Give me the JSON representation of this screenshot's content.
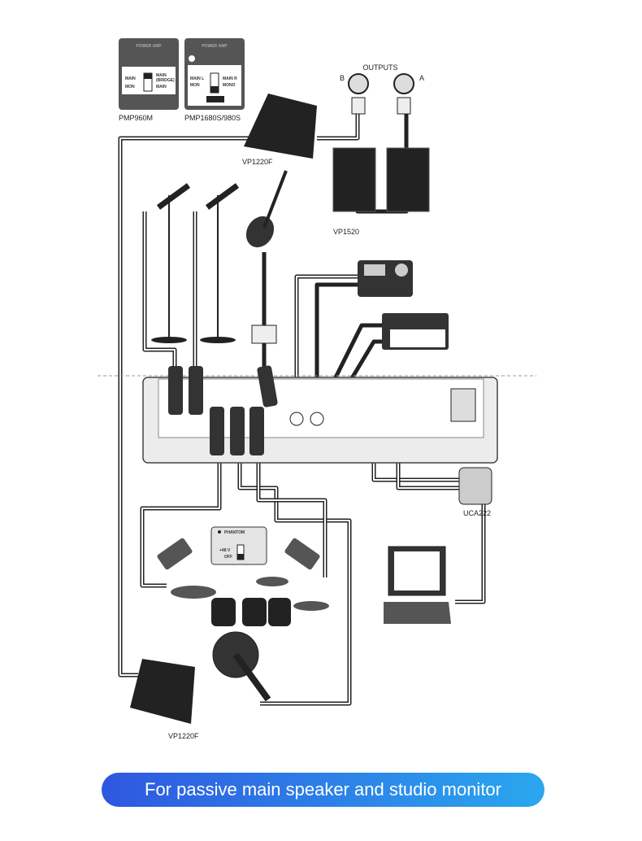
{
  "amps": [
    {
      "title": "POWER AMP",
      "model": "PMP960M",
      "left_labels": [
        "MAIN",
        "MON"
      ],
      "right_labels": [
        "MAIN",
        "(BRIDGE)",
        "MAIN"
      ]
    },
    {
      "title": "POWER AMP",
      "model": "PMP1680S/980S",
      "left_labels": [
        "MAIN L",
        "MON"
      ],
      "right_labels": [
        "MAIN R",
        "MONO"
      ]
    }
  ],
  "outputs": {
    "title": "OUTPUTS",
    "b": "B",
    "a": "A"
  },
  "devices": {
    "monitor_top": "VP1220F",
    "main_speakers": "VP1520",
    "interface": "UCA222",
    "monitor_bottom": "VP1220F"
  },
  "phantom": {
    "title": "PHANTOM",
    "on": "+48 V",
    "off": "OFF"
  },
  "banner": "For passive main speaker and studio monitor",
  "colors": {
    "banner_start": "#2f57e0",
    "banner_end": "#2aa7ee"
  }
}
